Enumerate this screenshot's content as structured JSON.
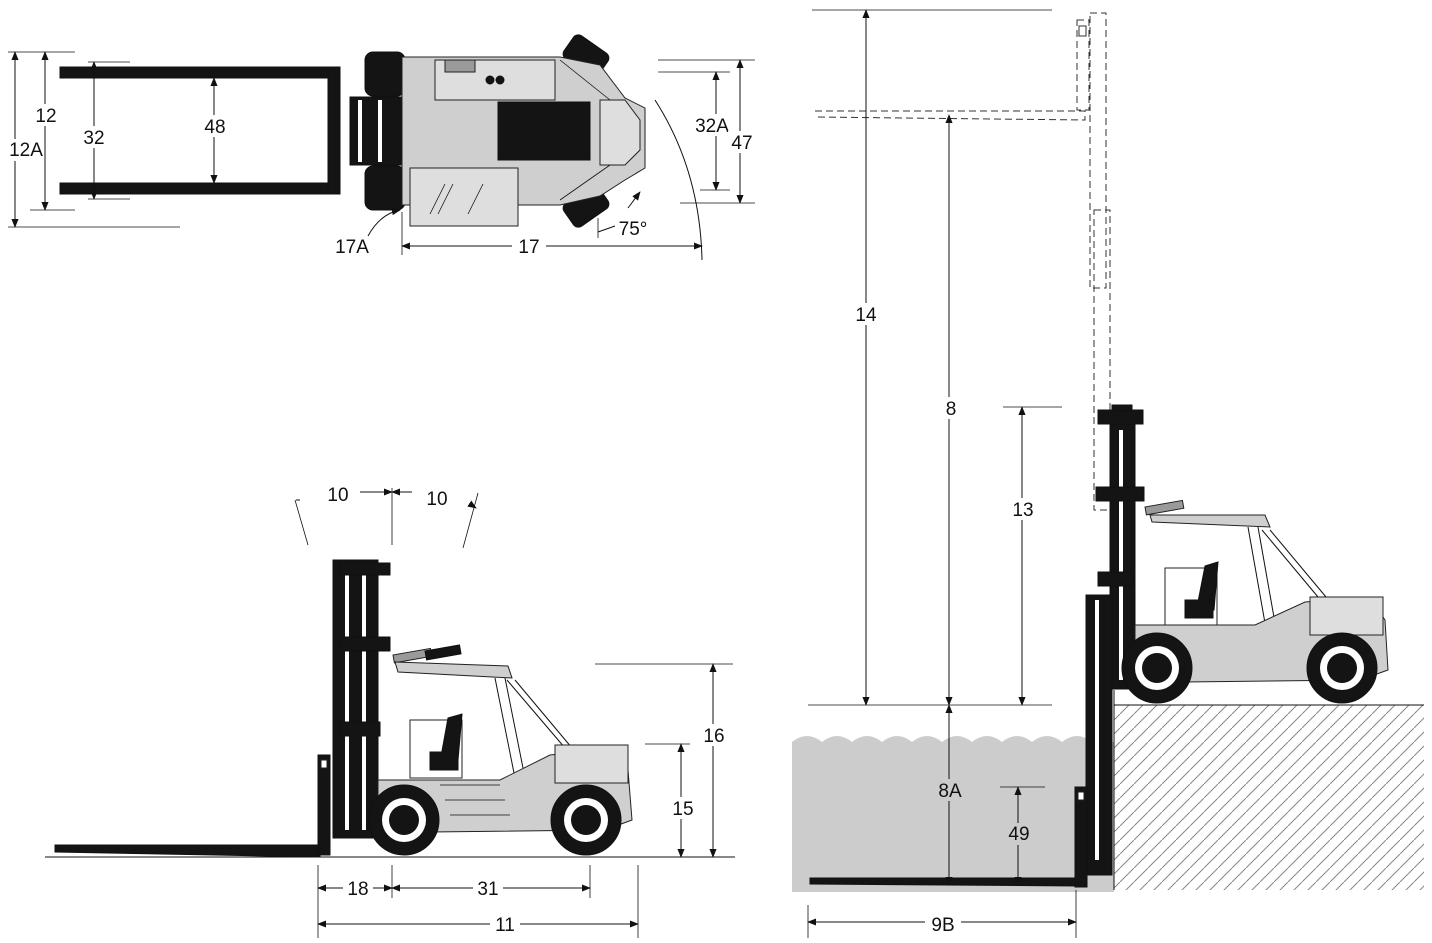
{
  "dimension_labels": {
    "d12": "12",
    "d12A": "12A",
    "d32": "32",
    "d48": "48",
    "d32A": "32A",
    "d47": "47",
    "d17A": "17A",
    "d17": "17",
    "d75deg": "75°",
    "d10_left": "10",
    "d10_right": "10",
    "d16": "16",
    "d15": "15",
    "d18": "18",
    "d31": "31",
    "d11": "11",
    "d14": "14",
    "d8": "8",
    "d13": "13",
    "d8A": "8A",
    "d49": "49",
    "d9B": "9B"
  },
  "colors": {
    "ink": "#111111",
    "body_grey": "#cfcfcf",
    "pit_grey": "#cccccc",
    "background": "#ffffff"
  }
}
